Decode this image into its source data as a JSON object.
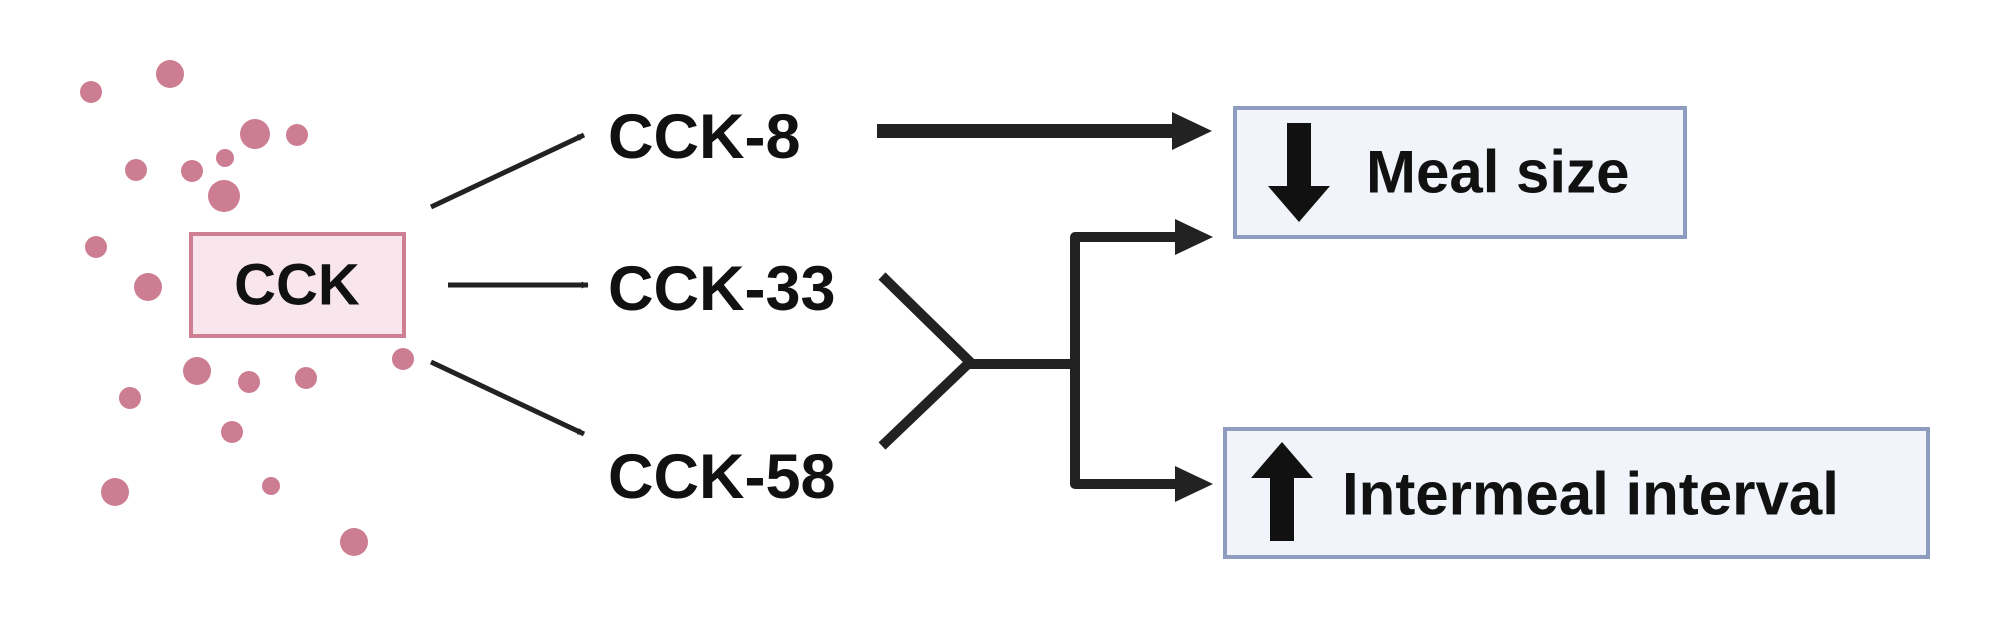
{
  "source_node": {
    "label": "CCK",
    "fill": "#f8e6ec",
    "border": "#cf7f93"
  },
  "particle_color": "#cd7d92",
  "forms": [
    {
      "id": "cck-8",
      "label": "CCK-8"
    },
    {
      "id": "cck-33",
      "label": "CCK-33"
    },
    {
      "id": "cck-58",
      "label": "CCK-58"
    }
  ],
  "outcomes": [
    {
      "id": "meal-size",
      "label": "Meal size",
      "direction": "decrease",
      "icon": "down-arrow-icon"
    },
    {
      "id": "intermeal-interval",
      "label": "Intermeal interval",
      "direction": "increase",
      "icon": "up-arrow-icon"
    }
  ],
  "colors": {
    "outcome_fill": "#f1f4fa",
    "outcome_border": "#8e9cc0",
    "arrow": "#222222",
    "text": "#111111"
  }
}
